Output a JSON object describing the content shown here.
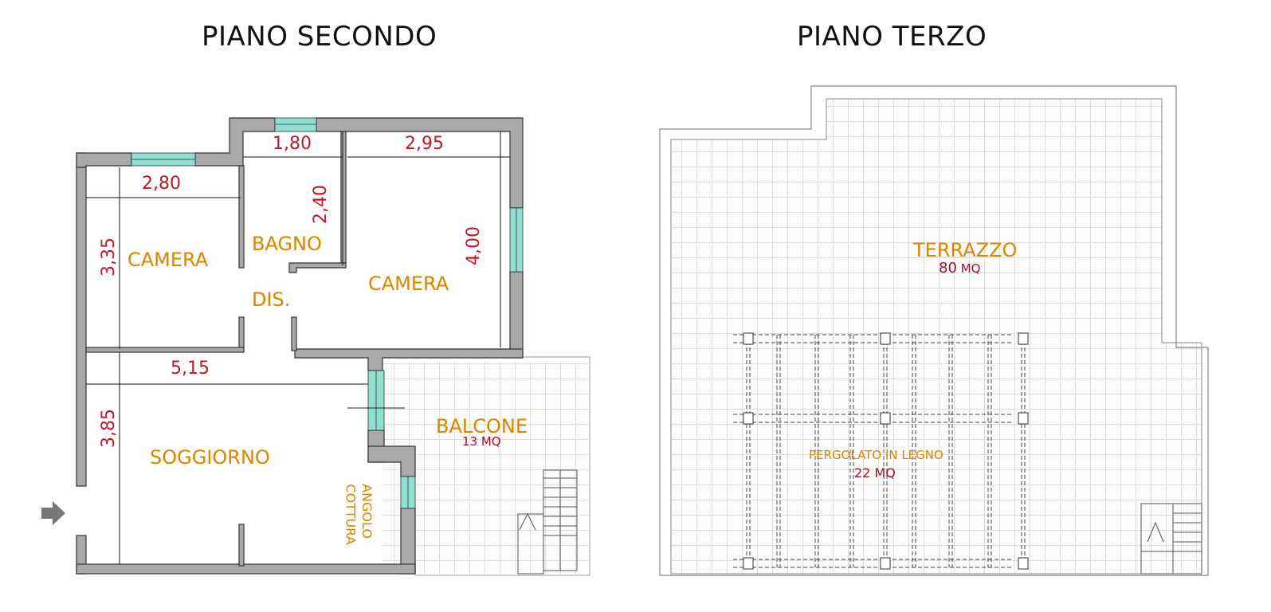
{
  "floors": [
    {
      "title": "PIANO SECONDO",
      "rooms": [
        {
          "name": "CAMERA",
          "id": "camera-1"
        },
        {
          "name": "BAGNO",
          "id": "bagno"
        },
        {
          "name": "DIS.",
          "id": "disimpegno"
        },
        {
          "name": "CAMERA",
          "id": "camera-2"
        },
        {
          "name": "SOGGIORNO",
          "id": "soggiorno"
        },
        {
          "name": "ANGOLO",
          "id": "angolo-line1"
        },
        {
          "name": "COTTURA",
          "id": "angolo-line2"
        },
        {
          "name": "BALCONE",
          "area": "13 MQ",
          "id": "balcone"
        }
      ],
      "dimensions": {
        "camera1_width": "2,80",
        "camera1_depth": "3,35",
        "bagno_width": "1,80",
        "bagno_depth": "2,40",
        "camera2_width": "2,95",
        "camera2_depth": "4,00",
        "soggiorno_width": "5,15",
        "soggiorno_depth": "3,85"
      }
    },
    {
      "title": "PIANO TERZO",
      "rooms": [
        {
          "name": "TERRAZZO",
          "area": "80",
          "area_unit": "MQ",
          "id": "terrazzo"
        },
        {
          "name": "PERGOLATO IN LEGNO",
          "area": "22 MQ",
          "id": "pergolato"
        }
      ]
    }
  ],
  "colors": {
    "wall": "#a9a9a9",
    "window": "#8fe0d0",
    "room_label": "#d4860f",
    "dimension": "#c0182a"
  },
  "icons": {
    "entrance": "arrow-right-icon",
    "stairs": "stairs-icon"
  }
}
